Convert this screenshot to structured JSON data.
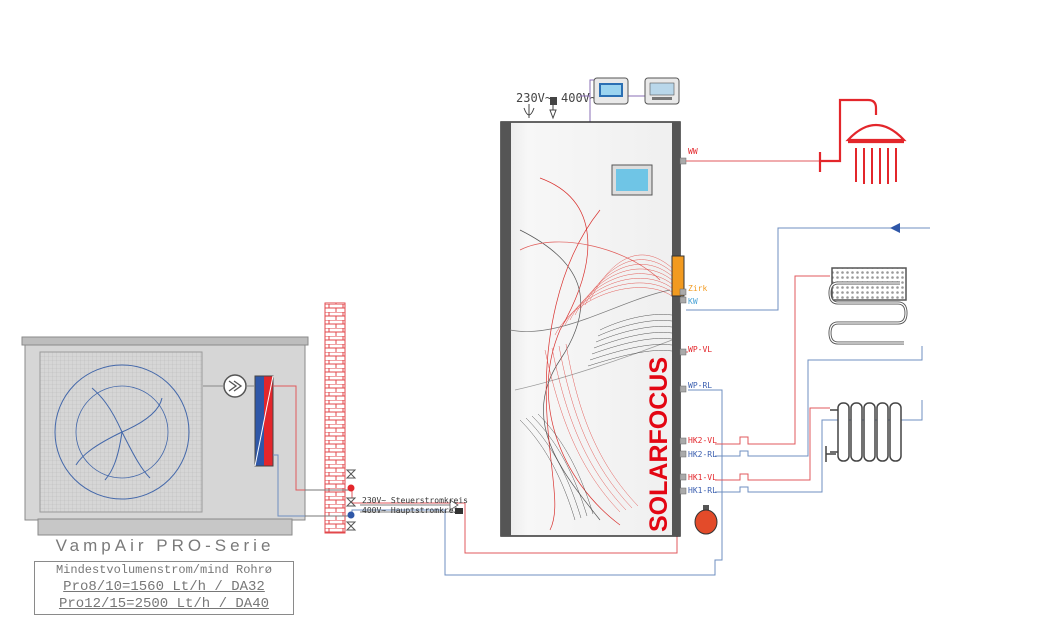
{
  "heat_pump": {
    "series_title": "VampAir PRO-Serie",
    "note_header": "Mindestvolumenstrom/mind Rohrø",
    "note_line1": "Pro8/10=1560 Lt/h / DA32",
    "note_line2": "Pro12/15=2500 Lt/h / DA40"
  },
  "power": {
    "v230": "230V~",
    "v400": "400V~",
    "control_circuit": "230V~ Steuerstromkreis",
    "main_circuit": "400V~ Hauptstromkreis"
  },
  "tank": {
    "brand": "SOLARFOCUS",
    "ports": {
      "ww": "WW",
      "zirk": "Zirk",
      "kw": "KW",
      "wp_vl": "WP-VL",
      "wp_rl": "WP-RL",
      "hk2_vl": "HK2-VL",
      "hk2_rl": "HK2-RL",
      "hk1_vl": "HK1-VL",
      "hk1_rl": "HK1-RL"
    }
  },
  "colors": {
    "hot": "#e3262b",
    "cold": "#3b5fb0",
    "pipe_blue": "#6f8fc0",
    "pipe_red": "#e0595c",
    "outline": "#555555",
    "brand_red": "#e30613"
  },
  "icons": [
    "shower-icon",
    "underfloor-heating-icon",
    "radiator-icon",
    "fan-icon",
    "pump-icon",
    "controller-display-icon",
    "expansion-vessel-icon",
    "wall-icon",
    "valve-icon"
  ]
}
